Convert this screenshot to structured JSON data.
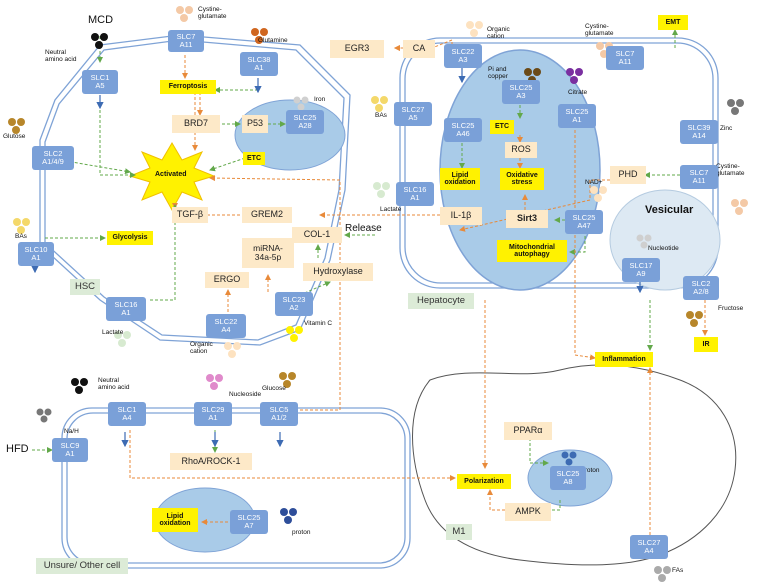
{
  "labels": {
    "mcd": "MCD",
    "hfd": "HFD",
    "release": "Release",
    "vesicular": "Vesicular",
    "hepatocyte": "Hepatocyte",
    "hsc": "HSC",
    "m1": "M1",
    "unsure": "Unsure/ Other cell"
  },
  "substrates": {
    "neutral_aa_top": "Neutral\namino acid",
    "cystine_top": "Cystine-\nglutamate",
    "glutamine": "Glutamine",
    "iron": "Iron",
    "glucose_left": "Glutose",
    "bas_left": "BAs",
    "lactate_hsc": "Lactate",
    "organic_cation_hsc": "Organic\ncation",
    "vitamin_c": "Vitamin C",
    "organic_cation_hep": "Organic\ncation",
    "pi_copper": "Pi and\ncopper",
    "citrate": "Citrate",
    "bas_hep": "BAs",
    "lactate_hep": "Lactate",
    "nad": "NAD+",
    "cystine_hep_top": "Cystine-\nglutamate",
    "zinc": "Zinc",
    "cystine_hep_right": "Cystine-\nglutamate",
    "nucleotide": "Nucleotide",
    "fructose": "Fructose",
    "neutral_aa_bottom": "Neutral\namino acid",
    "nucleoside": "Nucleoside",
    "glucose_bottom": "Glucose",
    "na_h": "Na/H",
    "lcfa_proton": "LCFA/proton",
    "proton": "proton",
    "fas": "FAs"
  },
  "transporters": {
    "slc7a11_hsc": "SLC7\nA11",
    "slc1a5": "SLC1\nA5",
    "slc38a1": "SLC38\nA1",
    "slc25a28": "SLC25\nA28",
    "slc2a149": "SLC2\nA1/4/9",
    "slc10a1": "SLC10\nA1",
    "slc16a1_hsc": "SLC16\nA1",
    "slc22a4": "SLC22\nA4",
    "slc23a2": "SLC23\nA2",
    "slc22a3": "SLC22\nA3",
    "slc25a3": "SLC25\nA3",
    "slc27a5": "SLC27\nA5",
    "slc25a46": "SLC25\nA46",
    "slc25a1": "SLC25\nA1",
    "slc7a11_hep": "SLC7\nA11",
    "slc39a14": "SLC39\nA14",
    "slc7a11_hep2": "SLC7\nA11",
    "slc16a1_hep": "SLC16\nA1",
    "slc25a47": "SLC25\nA47",
    "slc17a9": "SLC17\nA9",
    "slc2a28": "SLC2\nA2/8",
    "slc1a4": "SLC1\nA4",
    "slc29a1": "SLC29\nA1",
    "slc5a12": "SLC5\nA1/2",
    "slc9a1": "SLC9\nA1",
    "slc25a8": "SLC25\nA8",
    "slc25a7": "SLC25\nA7",
    "slc27a4": "SLC27\nA4"
  },
  "mediators": {
    "brd7": "BRD7",
    "p53": "P53",
    "tgfb": "TGF-β",
    "grem2": "GREM2",
    "col1": "COL-1",
    "mirna": "miRNA-\n34a-5p",
    "hydroxylase": "Hydroxylase",
    "ergo": "ERGO",
    "egr3": "EGR3",
    "ca": "CA",
    "ros": "ROS",
    "sirt3": "Sirt3",
    "il1b": "IL-1β",
    "phd": "PHD",
    "rhoa": "RhoA/ROCK-1",
    "ppara": "PPARα",
    "ampk": "AMPK"
  },
  "outcomes": {
    "activated": "Activated",
    "ferroptosis": "Ferroptosis",
    "etc_hsc": "ETC",
    "glycolysis": "Glycolysis",
    "emt": "EMT",
    "etc_hep": "ETC",
    "lipid_ox_hep": "Lipid\noxidation",
    "oxidative_stress": "Oxidative\nstress",
    "mito_autophagy": "Mitochondrial\nautophagy",
    "inflammation": "Inflammation",
    "ir": "IR",
    "polarization": "Polarization",
    "lipid_ox_other": "Lipid\noxidation"
  },
  "colors": {
    "slc": "#7aa0d8",
    "membrane": "#7fa3d6",
    "mito_fill": "#a9cbe8",
    "mediator_fill": "#fde9c8",
    "outcome_fill": "#fff200",
    "cell_label_fill": "#dcebd7",
    "arrow_orange": "#e88a3a",
    "arrow_green": "#62a84a"
  }
}
